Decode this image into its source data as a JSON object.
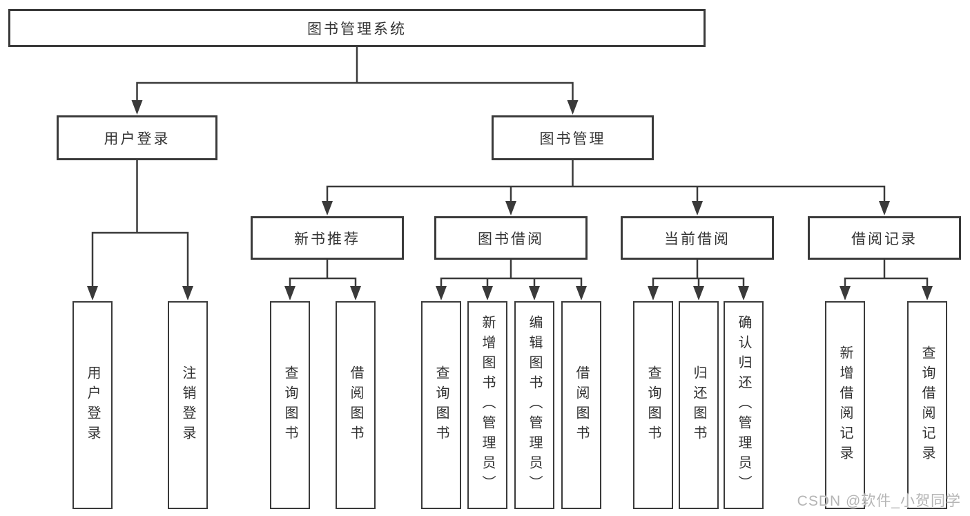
{
  "diagram": {
    "watermark": "CSDN @软件_小贺同学",
    "colors": {
      "line": "#3a3a3a",
      "box_border": "#3a3a3a",
      "text": "#333333",
      "background": "#ffffff",
      "watermark": "#b5b5b5"
    },
    "nodes": [
      {
        "id": "root",
        "label": "图书管理系统",
        "orientation": "horizontal"
      },
      {
        "id": "user-login",
        "label": "用户登录",
        "orientation": "horizontal"
      },
      {
        "id": "book-mgmt",
        "label": "图书管理",
        "orientation": "horizontal"
      },
      {
        "id": "new-book-rec",
        "label": "新书推荐",
        "orientation": "horizontal"
      },
      {
        "id": "book-borrow",
        "label": "图书借阅",
        "orientation": "horizontal"
      },
      {
        "id": "current-borrow",
        "label": "当前借阅",
        "orientation": "horizontal"
      },
      {
        "id": "borrow-records",
        "label": "借阅记录",
        "orientation": "horizontal"
      },
      {
        "id": "leaf-user-login",
        "label": "用户登录",
        "orientation": "vertical"
      },
      {
        "id": "leaf-logout",
        "label": "注销登录",
        "orientation": "vertical"
      },
      {
        "id": "leaf-query-book-1",
        "label": "查询图书",
        "orientation": "vertical"
      },
      {
        "id": "leaf-borrow-book-1",
        "label": "借阅图书",
        "orientation": "vertical"
      },
      {
        "id": "leaf-query-book-2",
        "label": "查询图书",
        "orientation": "vertical"
      },
      {
        "id": "leaf-add-book",
        "label": "新增图书（管理员）",
        "orientation": "vertical"
      },
      {
        "id": "leaf-edit-book",
        "label": "编辑图书（管理员）",
        "orientation": "vertical"
      },
      {
        "id": "leaf-borrow-book-2",
        "label": "借阅图书",
        "orientation": "vertical"
      },
      {
        "id": "leaf-query-book-3",
        "label": "查询图书",
        "orientation": "vertical"
      },
      {
        "id": "leaf-return-book",
        "label": "归还图书",
        "orientation": "vertical"
      },
      {
        "id": "leaf-confirm-return",
        "label": "确认归还（管理员）",
        "orientation": "vertical"
      },
      {
        "id": "leaf-add-borrow-record",
        "label": "新增借阅记录",
        "orientation": "vertical"
      },
      {
        "id": "leaf-query-borrow-record",
        "label": "查询借阅记录",
        "orientation": "vertical"
      }
    ],
    "edges": [
      {
        "from": "root",
        "to": [
          "user-login",
          "book-mgmt"
        ]
      },
      {
        "from": "user-login",
        "to": [
          "leaf-user-login",
          "leaf-logout"
        ]
      },
      {
        "from": "book-mgmt",
        "to": [
          "new-book-rec",
          "book-borrow",
          "current-borrow",
          "borrow-records"
        ]
      },
      {
        "from": "new-book-rec",
        "to": [
          "leaf-query-book-1",
          "leaf-borrow-book-1"
        ]
      },
      {
        "from": "book-borrow",
        "to": [
          "leaf-query-book-2",
          "leaf-add-book",
          "leaf-edit-book",
          "leaf-borrow-book-2"
        ]
      },
      {
        "from": "current-borrow",
        "to": [
          "leaf-query-book-3",
          "leaf-return-book",
          "leaf-confirm-return"
        ]
      },
      {
        "from": "borrow-records",
        "to": [
          "leaf-add-borrow-record",
          "leaf-query-borrow-record"
        ]
      }
    ]
  }
}
